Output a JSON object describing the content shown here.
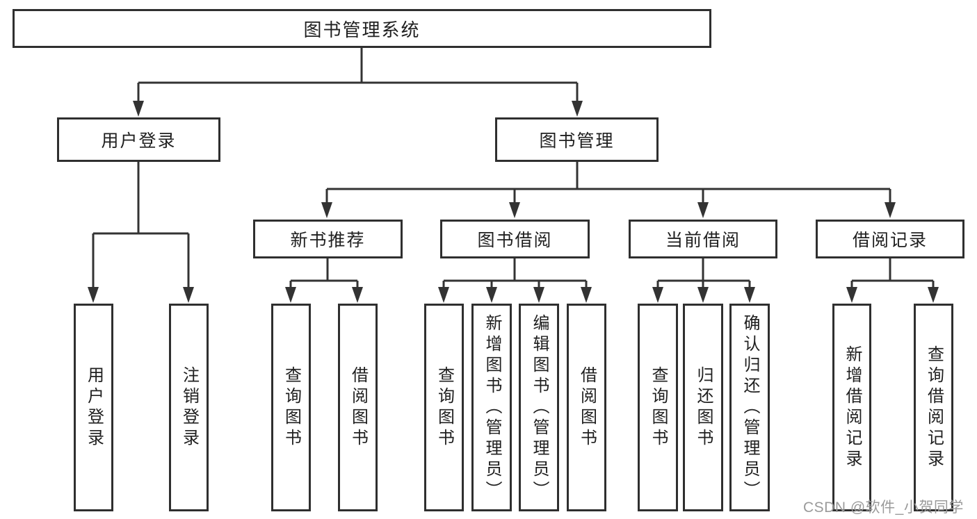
{
  "tree": {
    "root": {
      "label": "图书管理系统"
    },
    "branches": [
      {
        "label": "用户登录",
        "children": [
          {
            "label": "用户登录"
          },
          {
            "label": "注销登录"
          }
        ]
      },
      {
        "label": "图书管理",
        "children": [
          {
            "label": "新书推荐",
            "children": [
              {
                "label": "查询图书"
              },
              {
                "label": "借阅图书"
              }
            ]
          },
          {
            "label": "图书借阅",
            "children": [
              {
                "label": "查询图书"
              },
              {
                "label": "新增图书（管理员）"
              },
              {
                "label": "编辑图书（管理员）"
              },
              {
                "label": "借阅图书"
              }
            ]
          },
          {
            "label": "当前借阅",
            "children": [
              {
                "label": "查询图书"
              },
              {
                "label": "归还图书"
              },
              {
                "label": "确认归还（管理员）"
              }
            ]
          },
          {
            "label": "借阅记录",
            "children": [
              {
                "label": "新增借阅记录"
              },
              {
                "label": "查询借阅记录"
              }
            ]
          }
        ]
      }
    ]
  },
  "watermark": {
    "text": "CSDN @软件_小贺同学"
  },
  "colors": {
    "line": "#333333",
    "box_border": "#2f2f2f",
    "text": "#1f1f1f",
    "background": "#ffffff",
    "watermark": "#9a9a9a"
  }
}
